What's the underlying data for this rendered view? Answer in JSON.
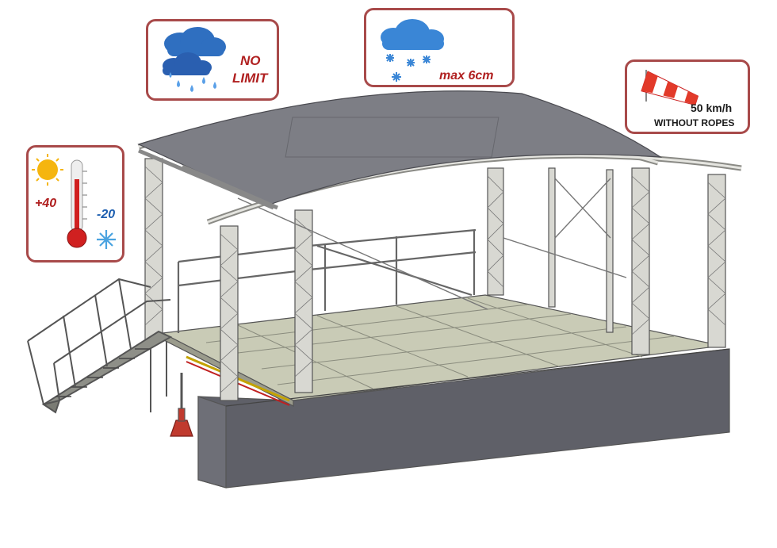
{
  "colors": {
    "callout_border": "#a84a4a",
    "callout_text": "#b02020",
    "structure_stroke": "#555555",
    "deck": "#c9cbb6",
    "skirt": "#5f6068",
    "roof": "#7d7e85",
    "truss": "#d8d8d2"
  },
  "callouts": {
    "rain": {
      "line1": "NO",
      "line2": "LIMIT",
      "icon": "rain-cloud-icon"
    },
    "snow": {
      "label": "max 6cm",
      "icon": "snow-cloud-icon"
    },
    "wind": {
      "speed": "50 km/h",
      "note": "WITHOUT ROPES",
      "icon": "windsock-icon"
    },
    "temperature": {
      "max": "+40",
      "min": "-20",
      "icons": [
        "sun-icon",
        "thermometer-icon",
        "snowflake-icon"
      ]
    }
  }
}
